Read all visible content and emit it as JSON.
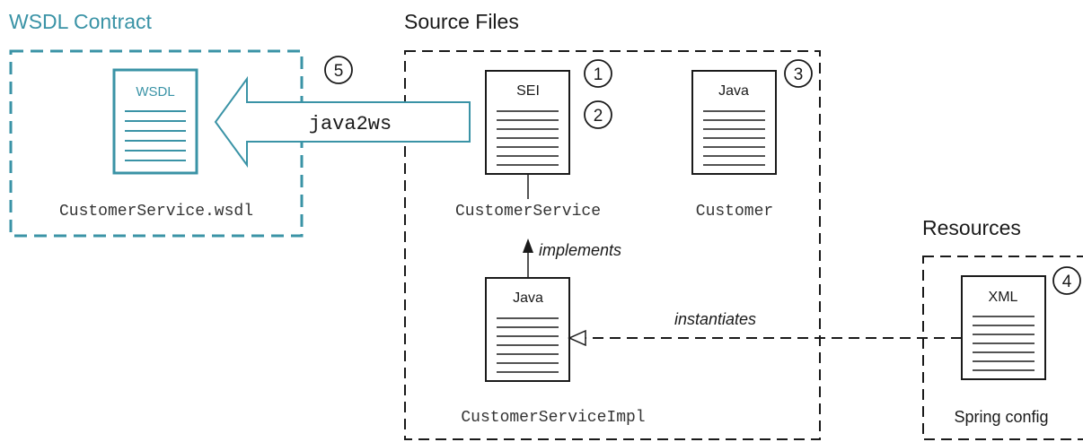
{
  "groups": {
    "wsdl_contract": {
      "title": "WSDL Contract",
      "color": "#3a93a6"
    },
    "source_files": {
      "title": "Source Files"
    },
    "resources": {
      "title": "Resources"
    }
  },
  "documents": {
    "wsdl": {
      "type_label": "WSDL",
      "caption": "CustomerService.wsdl"
    },
    "sei": {
      "type_label": "SEI",
      "caption": "CustomerService"
    },
    "customer": {
      "type_label": "Java",
      "caption": "Customer"
    },
    "impl": {
      "type_label": "Java",
      "caption": "CustomerServiceImpl"
    },
    "spring": {
      "type_label": "XML",
      "caption": "Spring config"
    }
  },
  "steps": [
    "1",
    "2",
    "3",
    "4",
    "5"
  ],
  "arrows": {
    "java2ws": "java2ws",
    "implements": "implements",
    "instantiates": "instantiates"
  },
  "colors": {
    "teal": "#3a93a6",
    "ink": "#1a1a1a",
    "caption_gray": "#333333"
  }
}
